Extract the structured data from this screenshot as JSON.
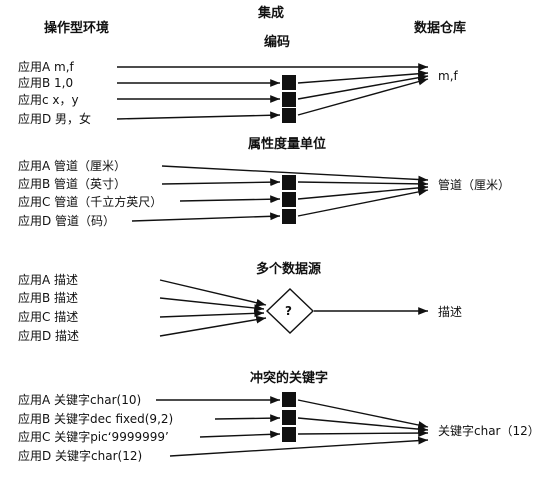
{
  "headings": {
    "top": "集成",
    "left": "操作型环境",
    "right": "数据仓库"
  },
  "sections": [
    {
      "title": "编码",
      "sources": [
        "应用A m,f",
        "应用B 1,0",
        "应用c x，y",
        "应用D 男，女"
      ],
      "target": "m,f"
    },
    {
      "title": "属性度量单位",
      "sources": [
        "应用A 管道（厘米）",
        "应用B 管道（英寸）",
        "应用C 管道（千立方英尺）",
        "应用D 管道（码）"
      ],
      "target": "管道（厘米）"
    },
    {
      "title": "多个数据源",
      "sources": [
        "应用A 描述",
        "应用B 描述",
        "应用C 描述",
        "应用D 描述"
      ],
      "symbol": "?",
      "target": "描述"
    },
    {
      "title": "冲突的关键字",
      "sources": [
        "应用A 关键字char(10)",
        "应用B 关键字dec fixed(9,2)",
        "应用C 关键字pic‘9999999’",
        "应用D 关键字char(12)"
      ],
      "target": "关键字char（12）"
    }
  ]
}
